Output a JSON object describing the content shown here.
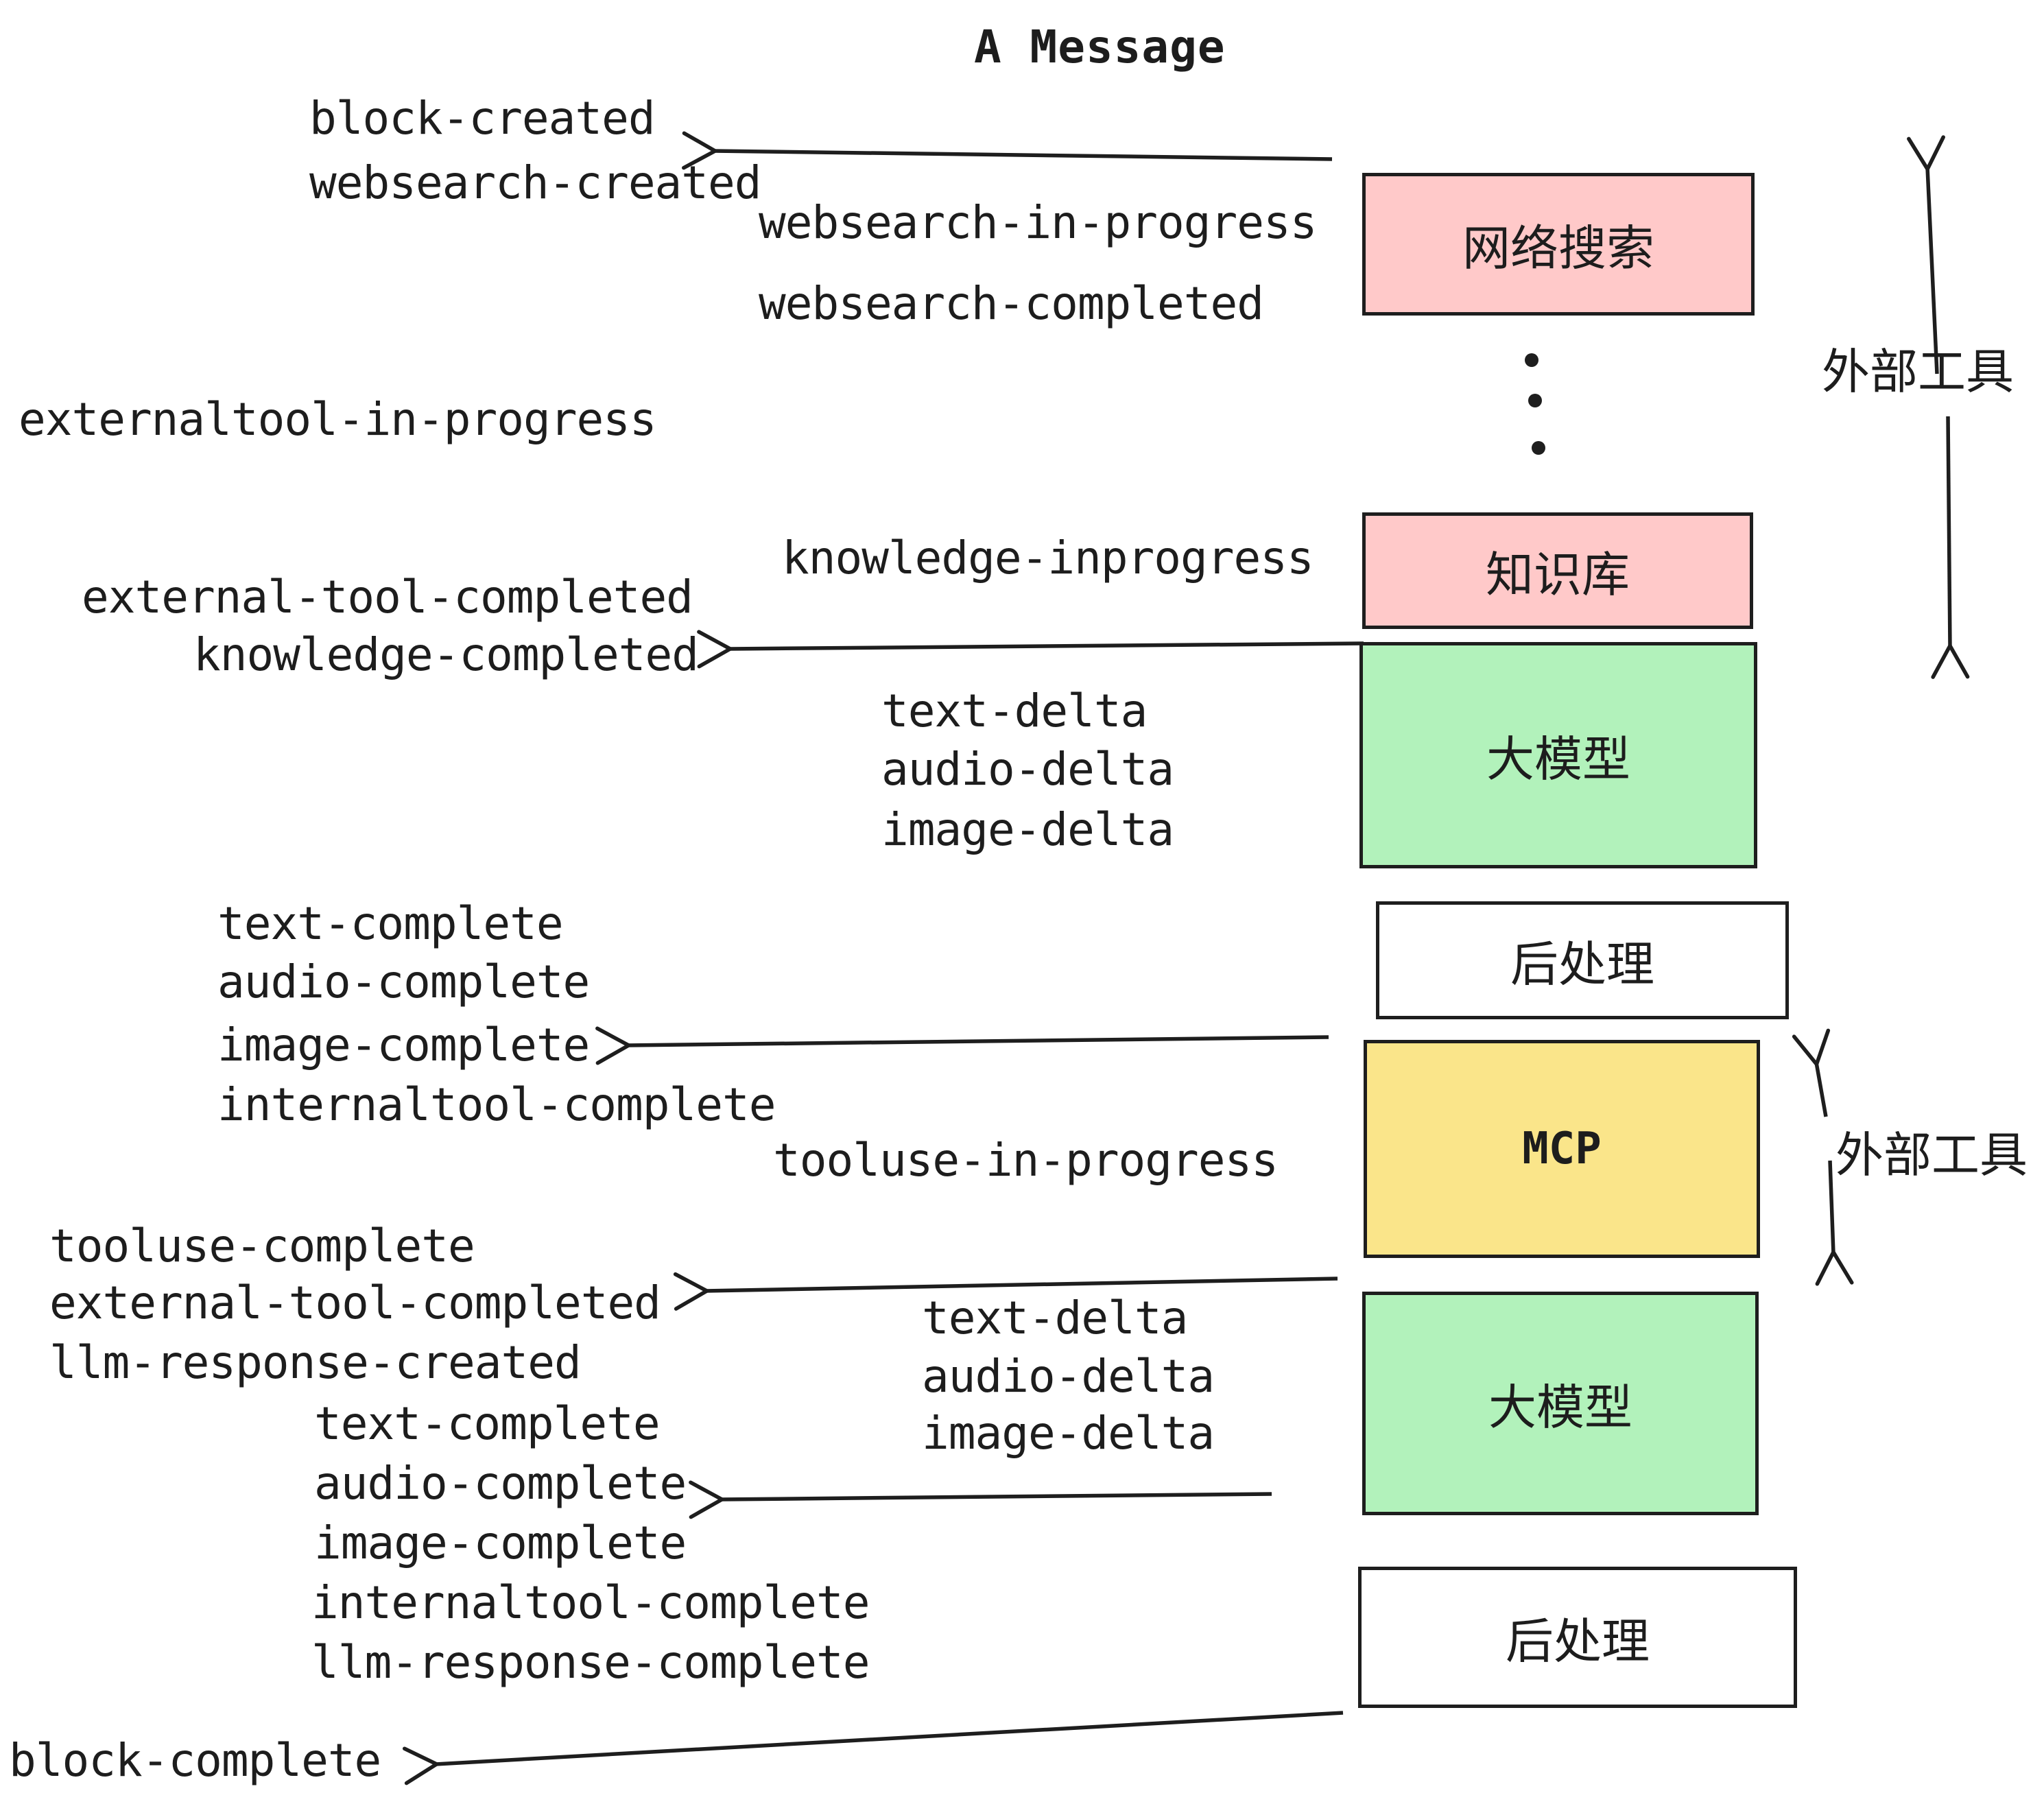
{
  "title": "A Message",
  "boxes": {
    "websearch": "网络搜索",
    "knowledge": "知识库",
    "llm1": "大模型",
    "post1": "后处理",
    "mcp": "MCP",
    "llm2": "大模型",
    "post2": "后处理"
  },
  "annotations": {
    "external_tools_top": "外部工具",
    "external_tools_mcp": "外部工具"
  },
  "events": {
    "block_created": "block-created",
    "websearch_created": "websearch-created",
    "websearch_in_progress": "websearch-in-progress",
    "websearch_completed": "websearch-completed",
    "externaltool_in_progress": "externaltool-in-progress",
    "knowledge_inprogress": "knowledge-inprogress",
    "external_tool_completed": "external-tool-completed",
    "knowledge_completed": "knowledge-completed",
    "text_delta_1": "text-delta",
    "audio_delta_1": "audio-delta",
    "image_delta_1": "image-delta",
    "text_complete_1": "text-complete",
    "audio_complete_1": "audio-complete",
    "image_complete_1": "image-complete",
    "internaltool_complete_1": "internaltool-complete",
    "tooluse_in_progress": "tooluse-in-progress",
    "tooluse_complete": "tooluse-complete",
    "external_tool_completed_2": "external-tool-completed",
    "llm_response_created": "llm-response-created",
    "text_delta_2": "text-delta",
    "audio_delta_2": "audio-delta",
    "image_delta_2": "image-delta",
    "text_complete_2": "text-complete",
    "audio_complete_2": "audio-complete",
    "image_complete_2": "image-complete",
    "internaltool_complete_2": "internaltool-complete",
    "llm_response_complete": "llm-response-complete",
    "block_complete": "block-complete"
  },
  "colors": {
    "box_pink": "#FFC9C9",
    "box_green": "#B2F2BB",
    "box_yellow": "#FAE58A",
    "box_white": "#FFFFFF",
    "stroke": "#1E1E1E",
    "text": "#1D1D1D"
  }
}
